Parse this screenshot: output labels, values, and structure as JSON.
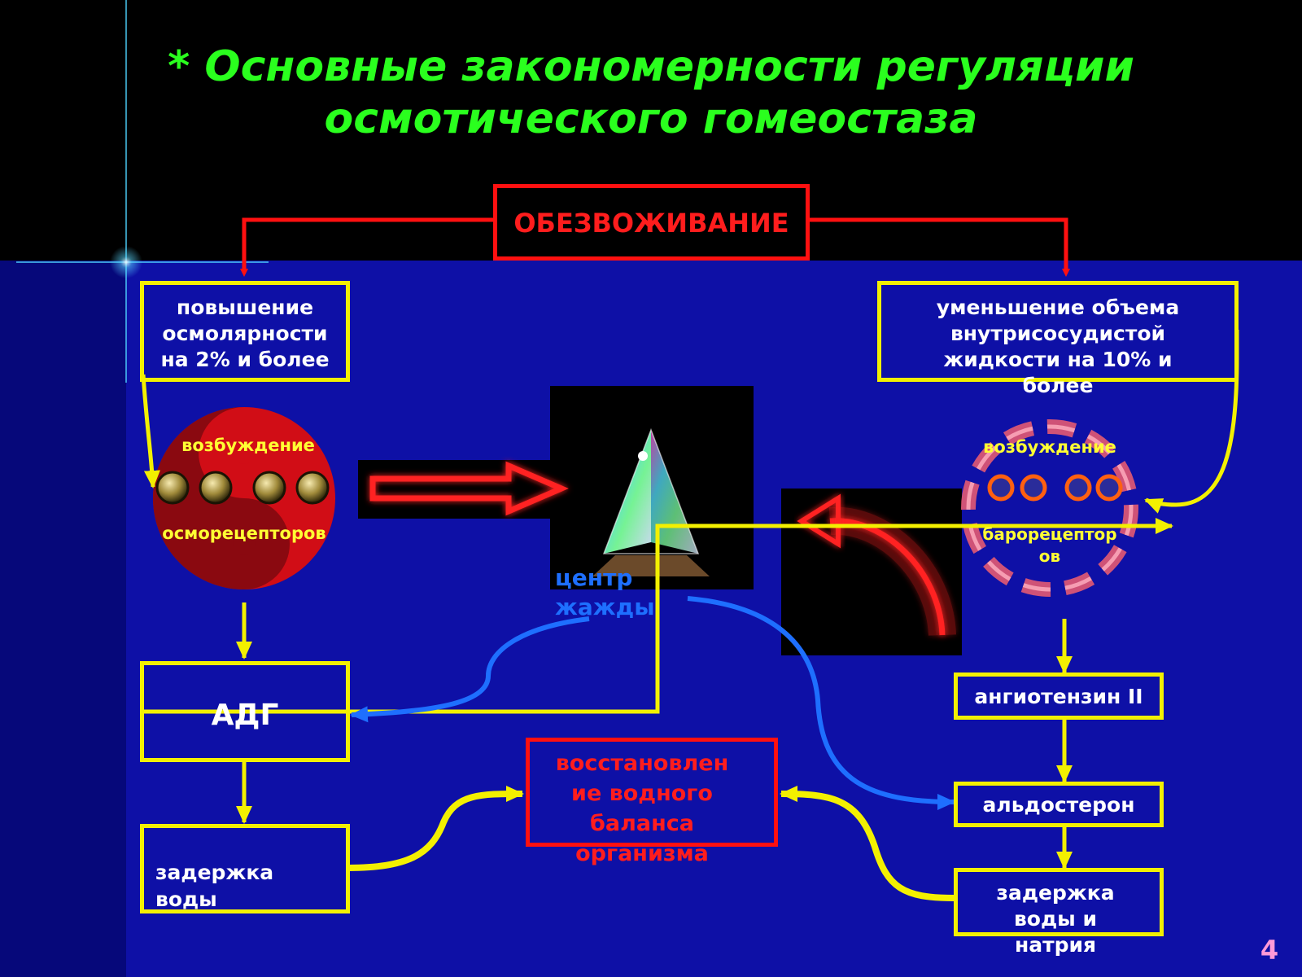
{
  "title": "* Основные закономерности регуляции осмотического гомеостаза",
  "nodes": {
    "dehydration": "ОБЕЗВОЖИВАНИЕ",
    "osmolarity": "повышение осмолярности на 2% и более",
    "volume": "уменьшение объема внутрисосудистой жидкости на 10% и более",
    "osmo_excitation": "возбуждение",
    "osmo_receptors": "осморецепторов",
    "baro_excitation": "возбуждение",
    "baro_receptors": "барорецептор ов",
    "thirst_center": "центр жажды",
    "adh": "АДГ",
    "angiotensin": "ангиотензин II",
    "aldosterone": "альдостерон",
    "water_retention_left": "задержка воды",
    "water_retention_right": "задержка воды и натрия",
    "restoration": "восстановлен ие водного баланса организма"
  },
  "slide_number": "4",
  "colors": {
    "title": "#2aff1e",
    "box_border": "#f3f000",
    "alarm": "#ff1010",
    "blue_arrow": "#1e6fff",
    "background": "#0e10a6"
  }
}
